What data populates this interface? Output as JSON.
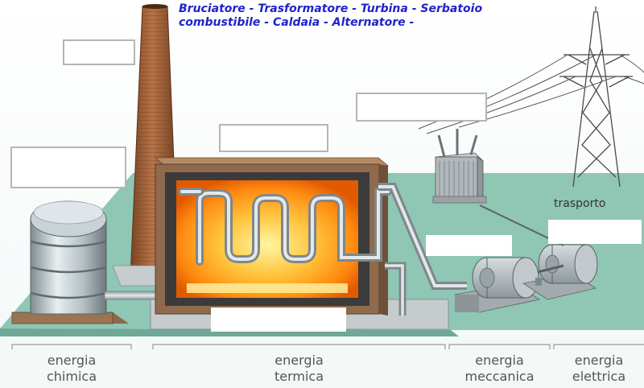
{
  "word_bank": {
    "line1": "Bruciatore - Trasformatore - Turbina - Serbatoio",
    "line2": "combustibile - Caldaia - Alternatore -"
  },
  "labels": {
    "trasporto": "trasporto"
  },
  "energy_sections": [
    {
      "line1": "energia",
      "line2": "chimica"
    },
    {
      "line1": "energia",
      "line2": "termica"
    },
    {
      "line1": "energia",
      "line2": "meccanica"
    },
    {
      "line1": "energia",
      "line2": "elettrica"
    }
  ],
  "colors": {
    "ground": "#8fc6b4",
    "word_bank_text": "#1f24c8",
    "chimney": "#a4623a",
    "furnace_glow": "#ffb020"
  }
}
